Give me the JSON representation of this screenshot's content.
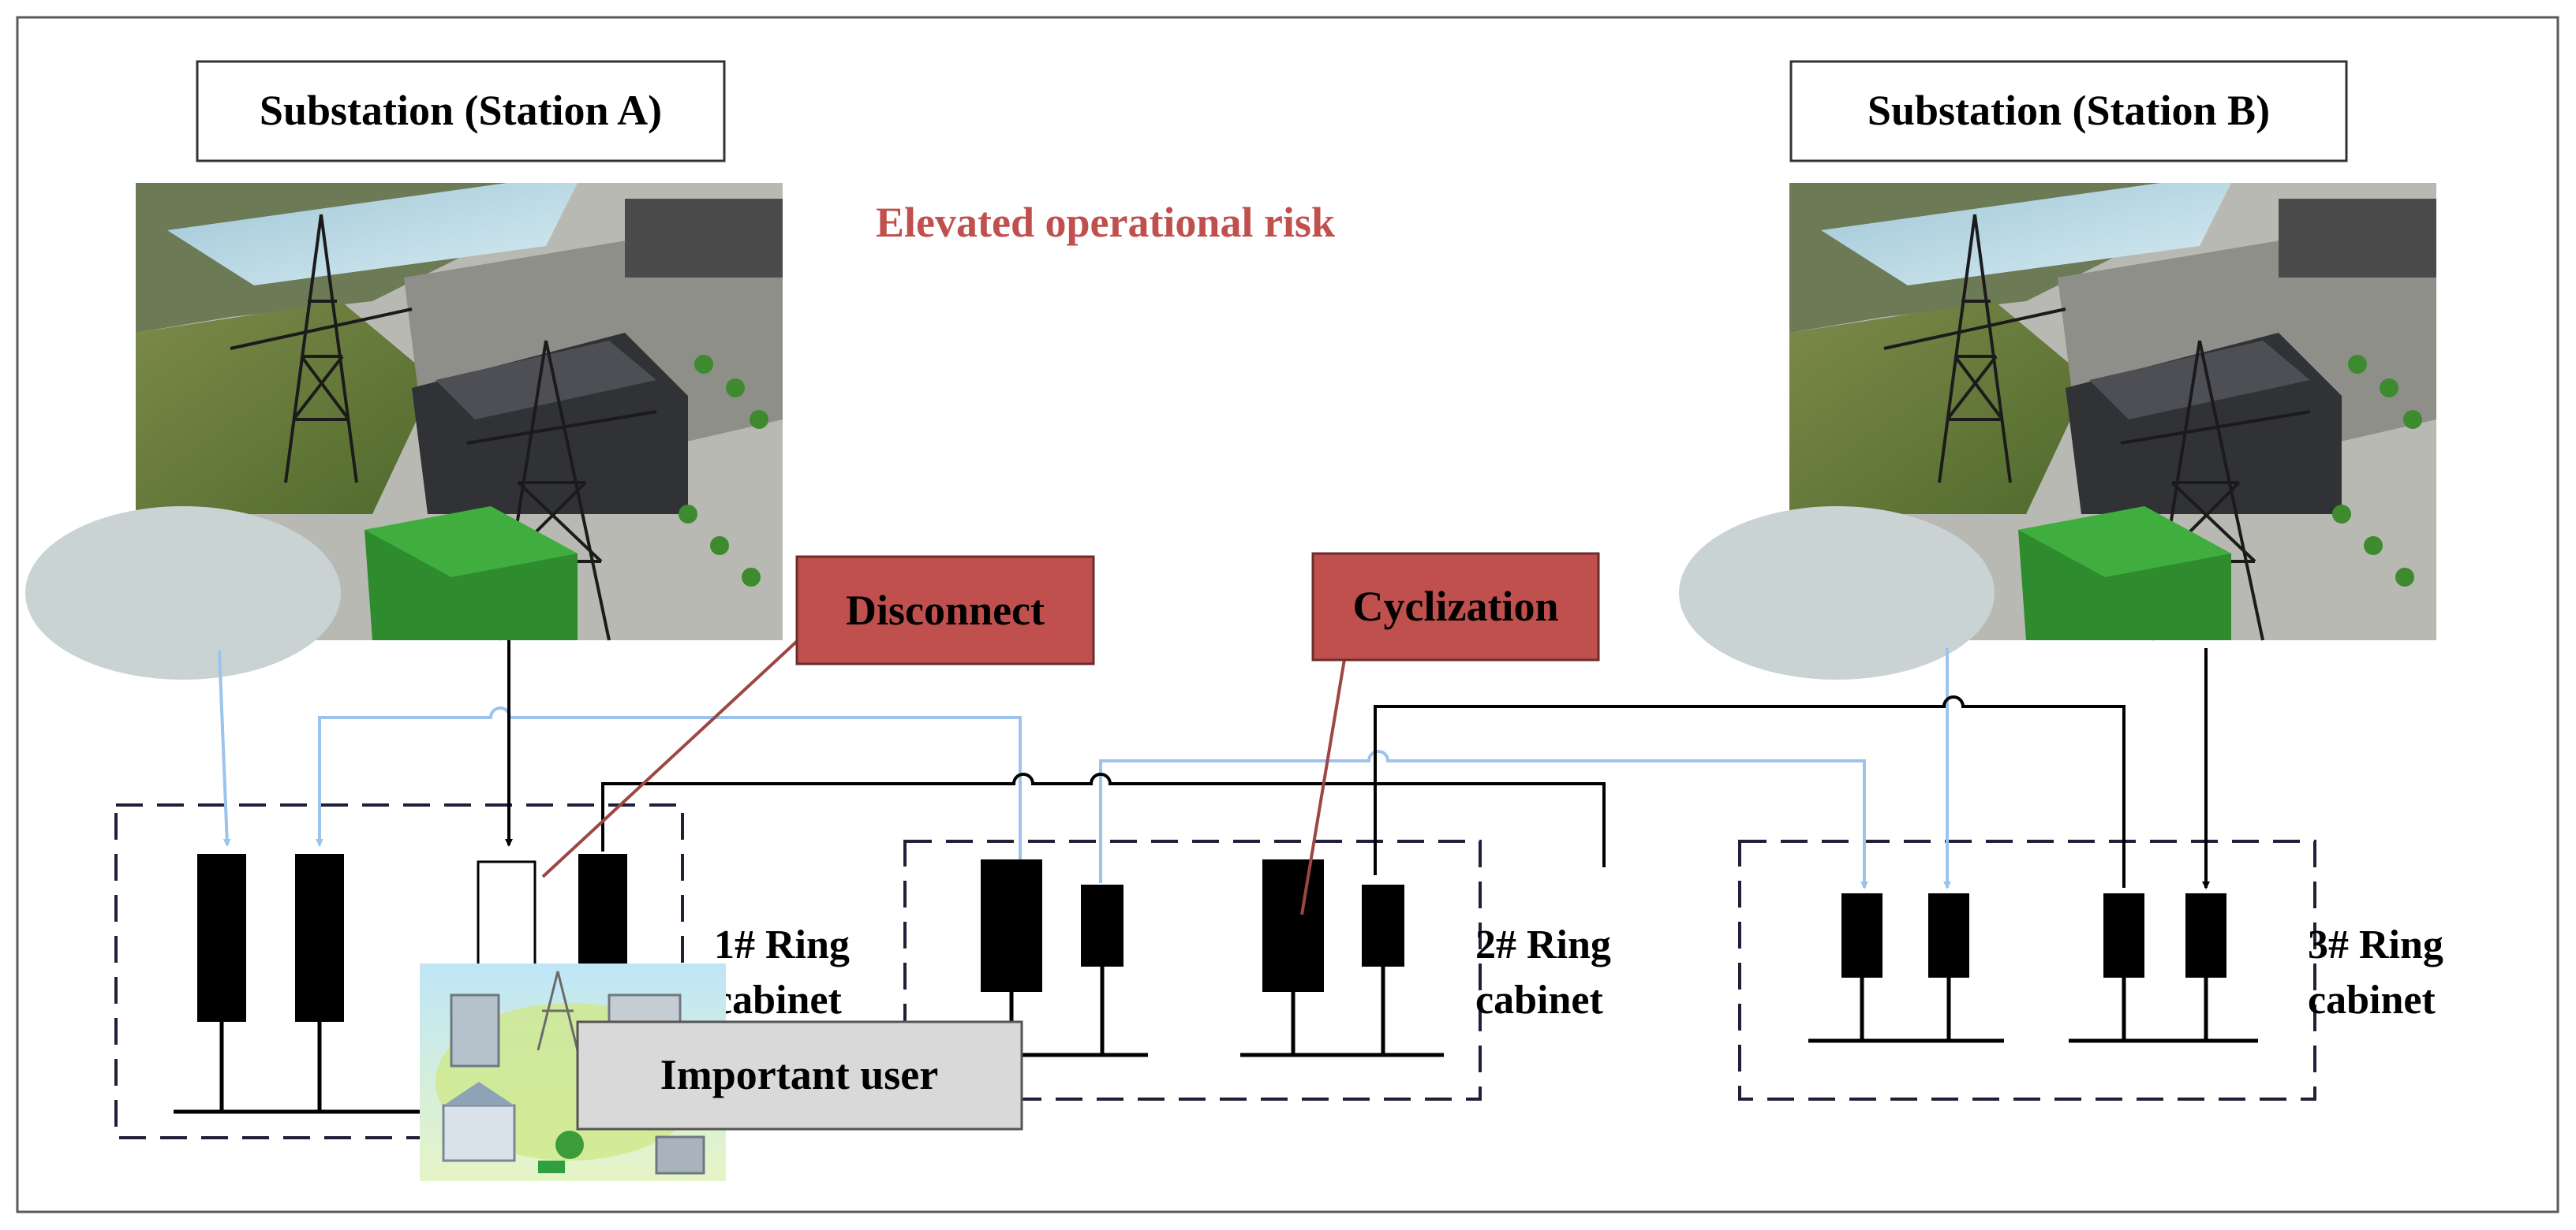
{
  "stations": {
    "a": {
      "label": "Substation (Station A)"
    },
    "b": {
      "label": "Substation (Station B)"
    }
  },
  "risk_label": "Elevated operational risk",
  "callouts": {
    "disconnect": "Disconnect",
    "cyclization": "Cyclization",
    "important_user": "Important user"
  },
  "ring_cabinets": [
    {
      "line1": "1# Ring",
      "line2": "cabinet"
    },
    {
      "line1": "2# Ring",
      "line2": "cabinet"
    },
    {
      "line1": "3# Ring",
      "line2": "cabinet"
    }
  ],
  "colors": {
    "blue_line": "#9cc3ec",
    "black_line": "#000000",
    "risk_text": "#c0504d",
    "callout_fill": "#c0504d",
    "user_box_fill": "#d9d9d9",
    "frame": "#000000"
  },
  "icons": {
    "substation_image": "substation-3d-scene-icon",
    "important_user_image": "city-infrastructure-icon"
  }
}
